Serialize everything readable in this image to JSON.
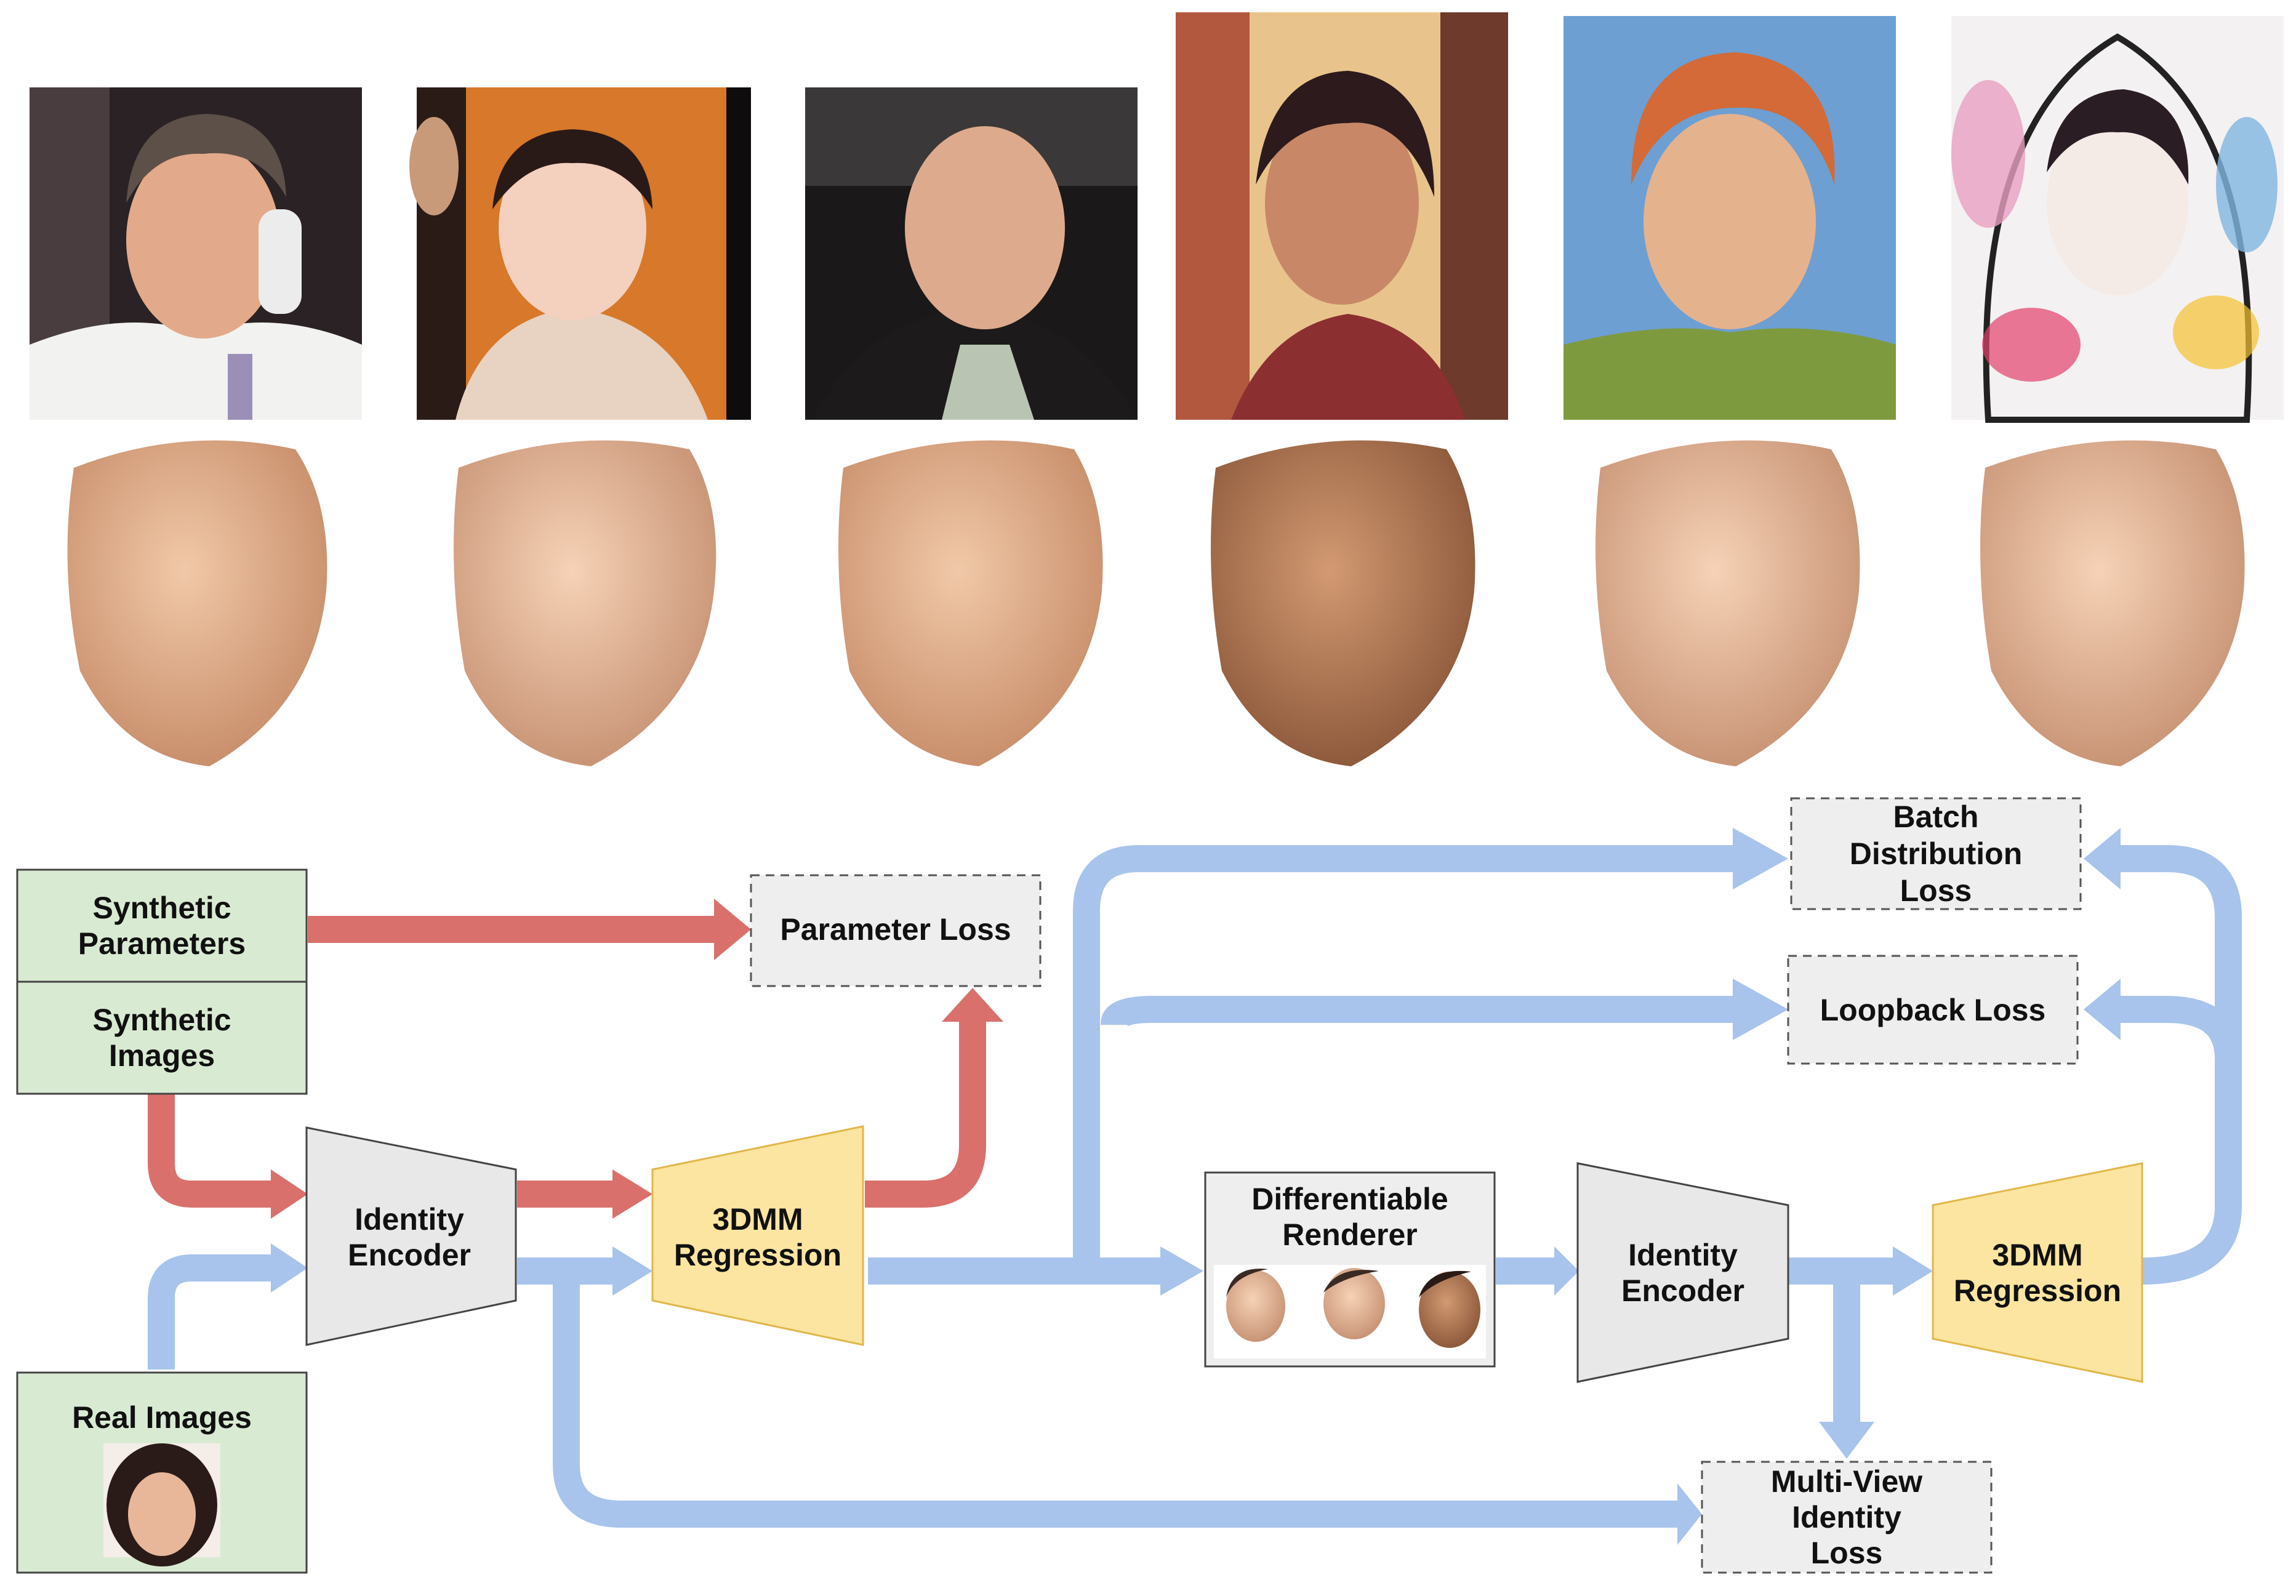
{
  "colors": {
    "real_flow": "#a8c4ec",
    "synthetic_flow": "#d9706c",
    "input_box": "#d9ead3",
    "encoder": "#e8e8e8",
    "regression": "#fbe5a0",
    "loss_box": "#eeeeee"
  },
  "photo_row": [
    {
      "kind": "photo",
      "subject": "man in white shirt on telephone"
    },
    {
      "kind": "photo",
      "subject": "smiling woman"
    },
    {
      "kind": "photo",
      "subject": "bald smiling man"
    },
    {
      "kind": "painting",
      "subject": "painted portrait of a woman"
    },
    {
      "kind": "painting",
      "subject": "painted portrait of a red-haired boy"
    },
    {
      "kind": "painting",
      "subject": "watercolor portrait of a girl"
    }
  ],
  "diagram": {
    "synthetic_parameters": "Synthetic Parameters",
    "synthetic_images": "Synthetic Images",
    "real_images": "Real Images",
    "identity_encoder_1": "Identity Encoder",
    "regression_1": "3DMM Regression",
    "parameter_loss": "Parameter Loss",
    "differentiable_renderer": "Differentiable Renderer",
    "identity_encoder_2": "Identity Encoder",
    "regression_2": "3DMM Regression",
    "batch_distribution_loss": "Batch Distribution Loss",
    "loopback_loss": "Loopback Loss",
    "multiview_identity_loss": "Multi-View Identity Loss"
  }
}
